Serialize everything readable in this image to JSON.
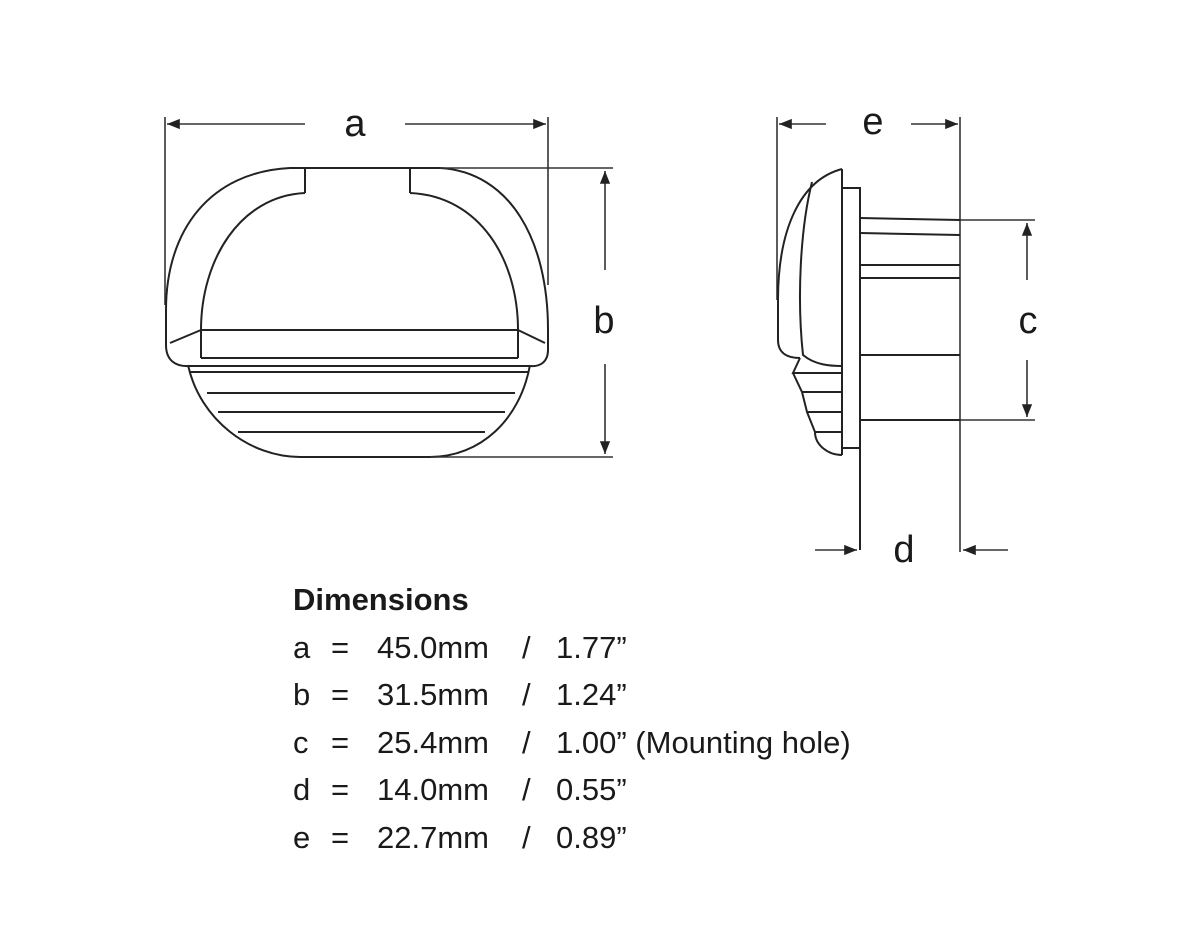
{
  "diagram": {
    "labels": {
      "a": "a",
      "b": "b",
      "c": "c",
      "d": "d",
      "e": "e"
    }
  },
  "dimensions": {
    "title": "Dimensions",
    "rows": [
      {
        "key": "a",
        "eq": "=",
        "mm": "45.0mm",
        "sep": "/",
        "inch": "1.77”",
        "note": ""
      },
      {
        "key": "b",
        "eq": "=",
        "mm": "31.5mm",
        "sep": "/",
        "inch": "1.24”",
        "note": ""
      },
      {
        "key": "c",
        "eq": "=",
        "mm": "25.4mm",
        "sep": "/",
        "inch": "1.00”",
        "note": "(Mounting hole)"
      },
      {
        "key": "d",
        "eq": "=",
        "mm": "14.0mm",
        "sep": "/",
        "inch": "0.55”",
        "note": ""
      },
      {
        "key": "e",
        "eq": "=",
        "mm": "22.7mm",
        "sep": "/",
        "inch": "0.89”",
        "note": ""
      }
    ]
  }
}
